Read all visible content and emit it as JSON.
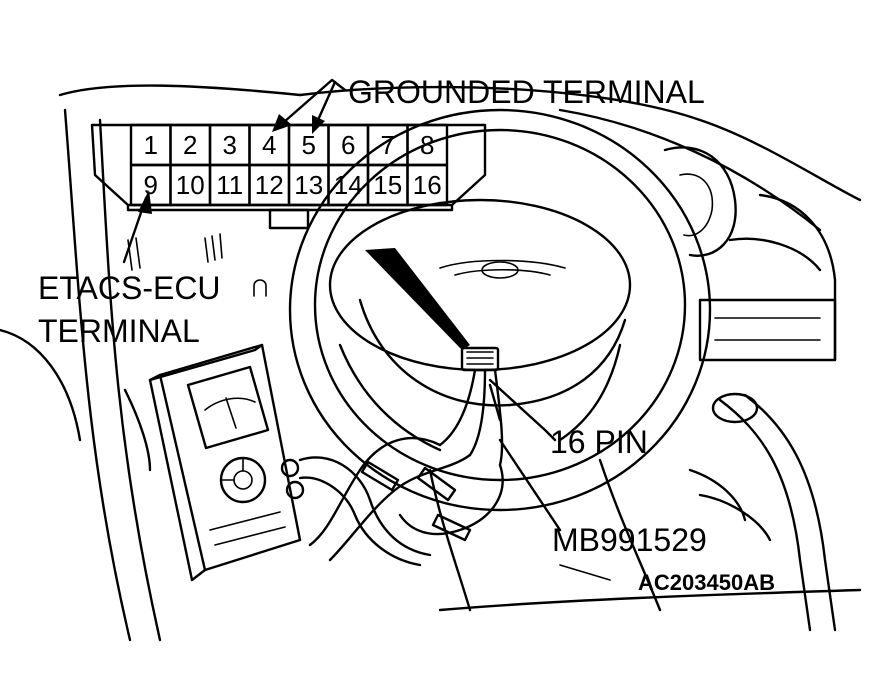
{
  "labels": {
    "grounded": "GROUNDED TERMINAL",
    "etacs_line1": "ETACS-ECU",
    "etacs_line2": "TERMINAL",
    "sixteen_pin": "16 PIN",
    "tool": "MB991529",
    "figure_code": "AC203450AB"
  },
  "connector": {
    "top_row": [
      "1",
      "2",
      "3",
      "4",
      "5",
      "6",
      "7",
      "8"
    ],
    "bottom_row": [
      "9",
      "10",
      "11",
      "12",
      "13",
      "14",
      "15",
      "16"
    ],
    "grounded_pins": [
      "4",
      "5"
    ],
    "etacs_pin": "9"
  },
  "colors": {
    "line": "#000000",
    "background": "#ffffff"
  }
}
